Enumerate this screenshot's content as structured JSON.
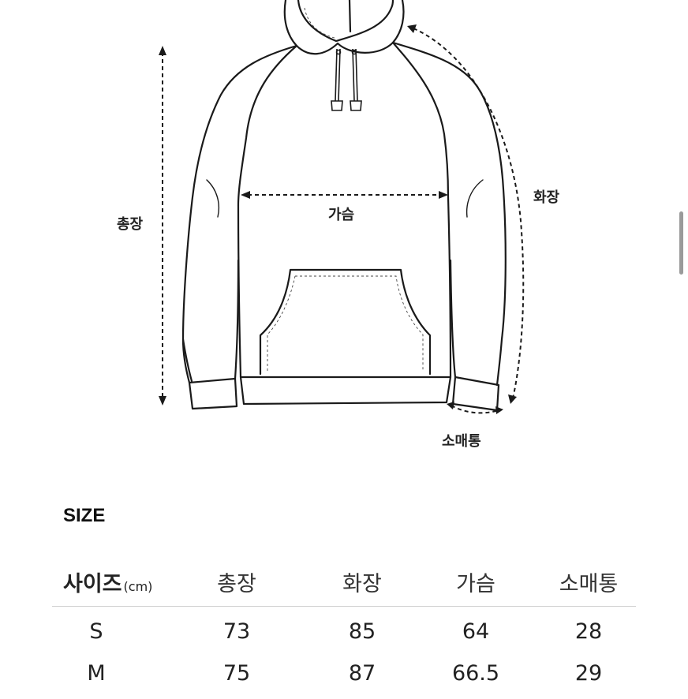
{
  "diagram": {
    "labels": {
      "total_length": "총장",
      "sleeve": "화장",
      "chest": "가슴",
      "cuff": "소매통"
    }
  },
  "size_section": {
    "title": "SIZE",
    "table": {
      "header_first": "사이즈",
      "unit": "(cm)",
      "columns": [
        "총장",
        "화장",
        "가슴",
        "소매통"
      ],
      "rows": [
        {
          "size": "S",
          "values": [
            "73",
            "85",
            "64",
            "28"
          ]
        },
        {
          "size": "M",
          "values": [
            "75",
            "87",
            "66.5",
            "29"
          ]
        }
      ]
    }
  }
}
